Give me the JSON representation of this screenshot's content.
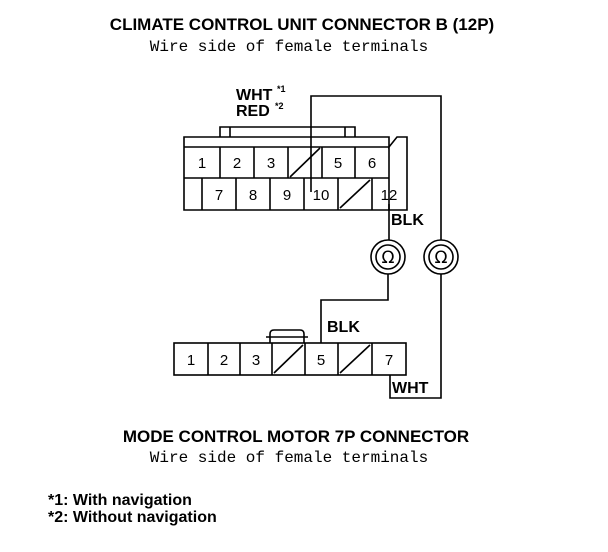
{
  "connector_b": {
    "title": "CLIMATE CONTROL UNIT CONNECTOR B (12P)",
    "subtitle": "Wire side of female terminals",
    "top_row": [
      "1",
      "2",
      "3",
      "",
      "5",
      "6"
    ],
    "bottom_row": [
      "7",
      "8",
      "9",
      "10",
      "",
      "12"
    ]
  },
  "motor_connector": {
    "title": "MODE CONTROL MOTOR 7P CONNECTOR",
    "subtitle": "Wire side of female terminals",
    "pins": [
      "1",
      "2",
      "3",
      "",
      "5",
      "",
      "7"
    ]
  },
  "wires": {
    "wht_label": "WHT",
    "wht_sup": "*1",
    "red_label": "RED",
    "red_sup": "*2",
    "blk_upper": "BLK",
    "blk_lower": "BLK",
    "wht_lower": "WHT"
  },
  "meters": {
    "symbol": "Ω"
  },
  "notes": [
    "*1: With navigation",
    "*2: Without navigation"
  ]
}
